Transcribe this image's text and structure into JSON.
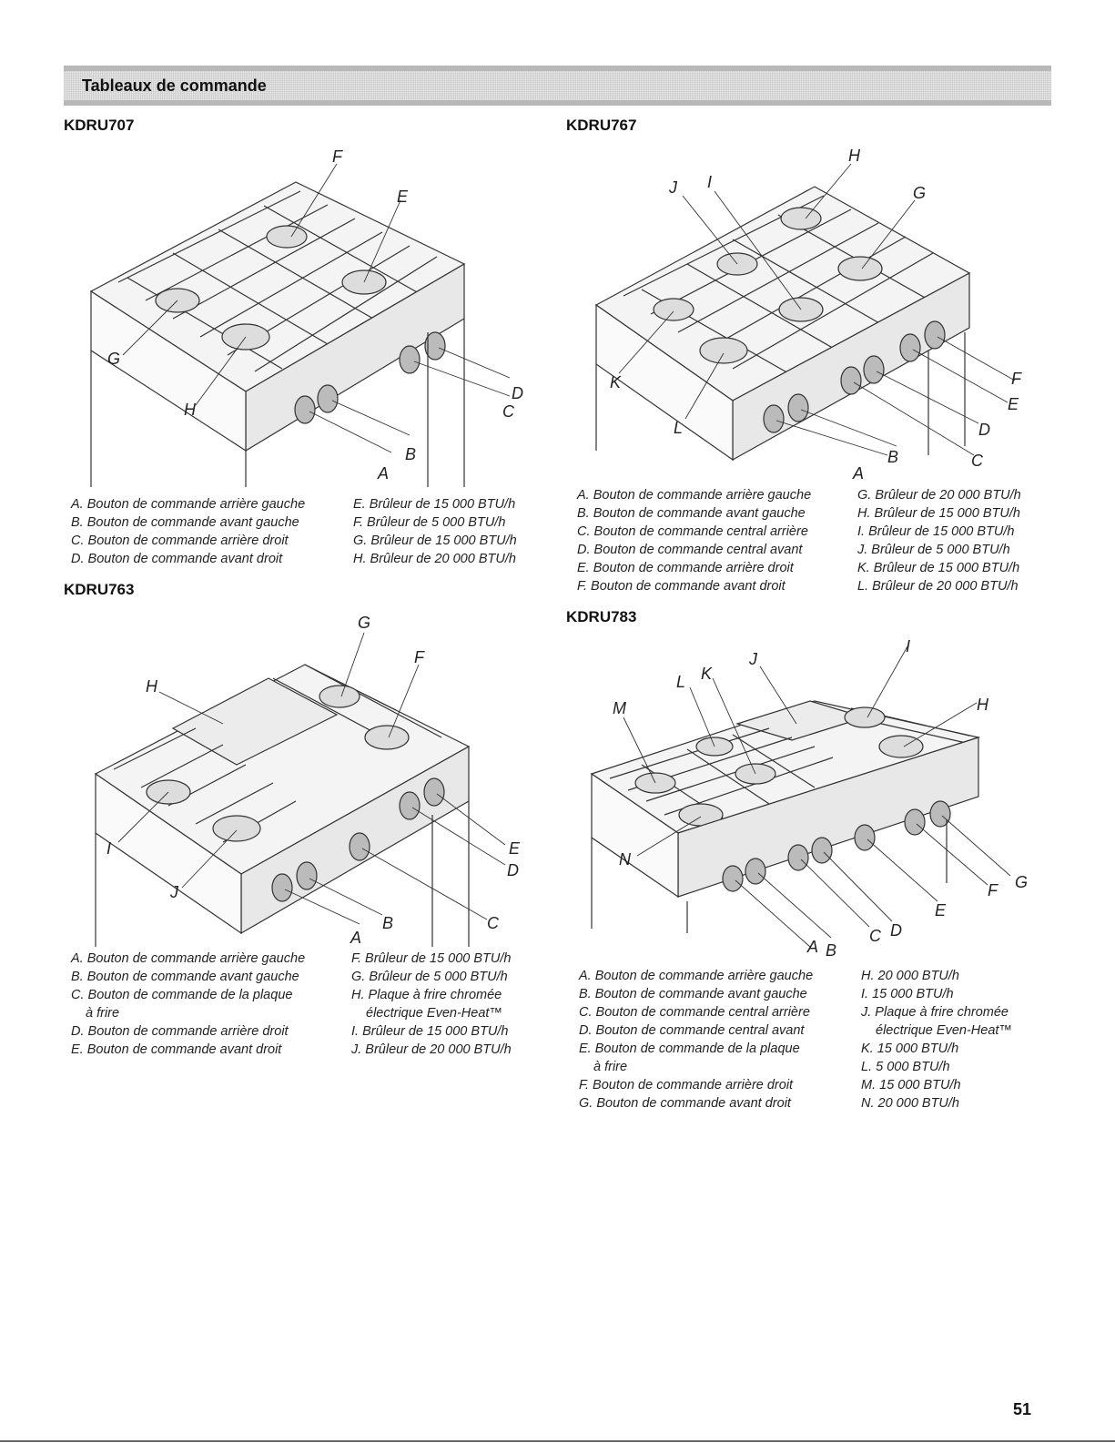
{
  "section_title": "Tableaux de commande",
  "page_number": "51",
  "models": [
    {
      "name": "KDRU707",
      "callouts": [
        "A",
        "B",
        "C",
        "D",
        "E",
        "F",
        "G",
        "H"
      ],
      "legend_left": [
        "A. Bouton de commande arrière gauche",
        "B. Bouton de commande avant gauche",
        "C. Bouton de commande arrière droit",
        "D. Bouton de commande avant droit"
      ],
      "legend_right": [
        "E. Brûleur de 15 000 BTU/h",
        "F. Brûleur de 5 000 BTU/h",
        "G. Brûleur de 15 000 BTU/h",
        "H. Brûleur de 20 000 BTU/h"
      ]
    },
    {
      "name": "KDRU767",
      "callouts": [
        "A",
        "B",
        "C",
        "D",
        "E",
        "F",
        "G",
        "H",
        "I",
        "J",
        "K",
        "L"
      ],
      "legend_left": [
        "A. Bouton de commande arrière gauche",
        "B. Bouton de commande avant gauche",
        "C. Bouton de commande central arrière",
        "D. Bouton de commande central avant",
        "E. Bouton de commande arrière droit",
        "F. Bouton de commande avant droit"
      ],
      "legend_right": [
        "G. Brûleur de 20 000 BTU/h",
        "H. Brûleur de 15 000 BTU/h",
        "I. Brûleur de 15 000 BTU/h",
        "J. Brûleur de 5 000 BTU/h",
        "K. Brûleur de 15 000 BTU/h",
        "L. Brûleur de 20 000 BTU/h"
      ]
    },
    {
      "name": "KDRU763",
      "callouts": [
        "A",
        "B",
        "C",
        "D",
        "E",
        "F",
        "G",
        "H",
        "I",
        "J"
      ],
      "legend_left": [
        "A. Bouton de commande arrière gauche",
        "B. Bouton de commande avant gauche",
        "C. Bouton de commande de la plaque",
        "à frire",
        "D. Bouton de commande arrière droit",
        "E. Bouton de commande avant droit"
      ],
      "legend_right": [
        "F. Brûleur de 15 000 BTU/h",
        "G. Brûleur de 5 000 BTU/h",
        "H. Plaque à frire chromée",
        "électrique Even-Heat™",
        "I. Brûleur de 15 000 BTU/h",
        "J. Brûleur de 20 000 BTU/h"
      ]
    },
    {
      "name": "KDRU783",
      "callouts": [
        "A",
        "B",
        "C",
        "D",
        "E",
        "F",
        "G",
        "H",
        "I",
        "J",
        "K",
        "L",
        "M",
        "N"
      ],
      "legend_left": [
        "A. Bouton de commande arrière gauche",
        "B. Bouton de commande avant gauche",
        "C. Bouton de commande central arrière",
        "D. Bouton de commande central avant",
        "E. Bouton de commande de la plaque",
        "à frire",
        "F. Bouton de commande arrière droit",
        "G. Bouton de commande avant droit"
      ],
      "legend_right": [
        "H. 20 000 BTU/h",
        "I. 15 000 BTU/h",
        "J. Plaque à frire chromée",
        "électrique Even-Heat™",
        "K. 15 000 BTU/h",
        "L. 5 000 BTU/h",
        "M. 15 000 BTU/h",
        "N. 20 000 BTU/h"
      ]
    }
  ]
}
